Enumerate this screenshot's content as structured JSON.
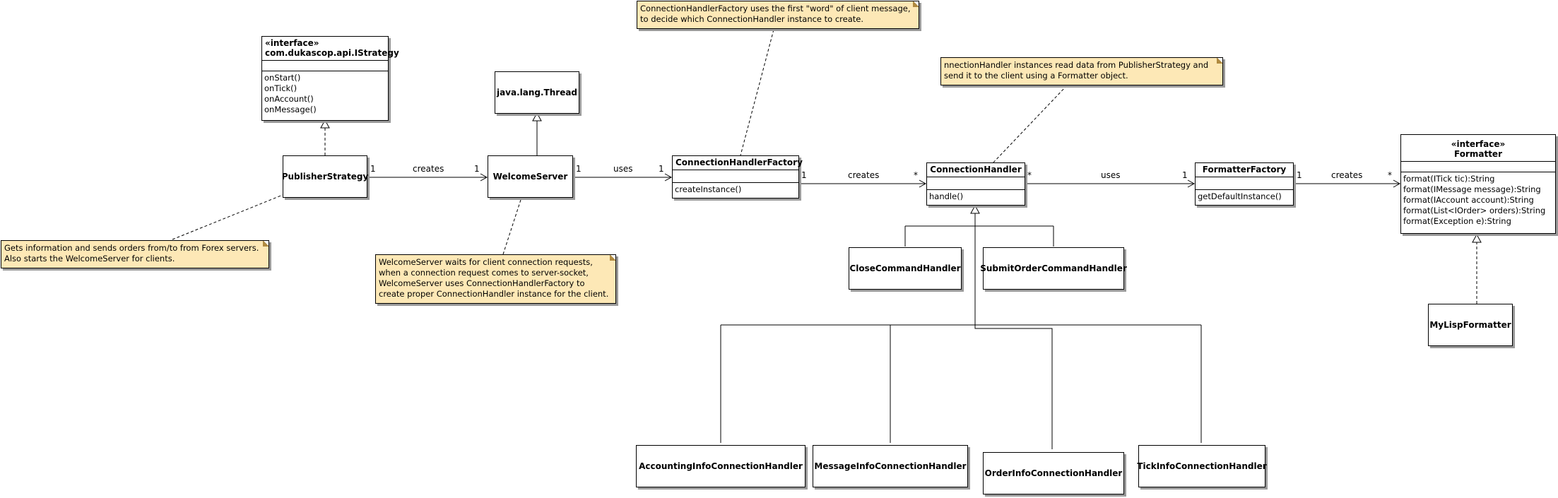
{
  "classes": {
    "istrategy": {
      "stereotype": "«interface»",
      "name": "com.dukascop.api.IStrategy",
      "ops": [
        "onStart()",
        "onTick()",
        "onAccount()",
        "onMessage()"
      ]
    },
    "thread": {
      "name": "java.lang.Thread"
    },
    "publisher": {
      "name": "PublisherStrategy"
    },
    "welcome": {
      "name": "WelcomeServer"
    },
    "factory": {
      "name": "ConnectionHandlerFactory",
      "ops": [
        "createInstance()"
      ]
    },
    "handler": {
      "name": "ConnectionHandler",
      "ops": [
        "handle()"
      ]
    },
    "formatter_factory": {
      "name": "FormatterFactory",
      "ops": [
        "getDefaultInstance()"
      ]
    },
    "formatter": {
      "stereotype": "«interface»",
      "name": "Formatter",
      "ops": [
        "format(ITick tic):String",
        "format(IMessage message):String",
        "format(IAccount account):String",
        "format(List<IOrder> orders):String",
        "format(Exception e):String"
      ]
    },
    "mylisp": {
      "name": "MyLispFormatter"
    },
    "close": {
      "name": "CloseCommandHandler"
    },
    "submit": {
      "name": "SubmitOrderCommandHandler"
    },
    "accounting": {
      "name": "AccountingInfoConnectionHandler"
    },
    "message": {
      "name": "MessageInfoConnectionHandler"
    },
    "order": {
      "name": "OrderInfoConnectionHandler"
    },
    "tick": {
      "name": "TickInfoConnectionHandler"
    }
  },
  "notes": {
    "publisher": [
      "Gets information and sends orders from/to from Forex servers.",
      "Also starts the WelcomeServer for clients."
    ],
    "welcome": [
      "WelcomeServer waits for client connection requests,",
      "when a connection request comes to server-socket,",
      "WelcomeServer uses ConnectionHandlerFactory to",
      "create proper ConnectionHandler instance for the client."
    ],
    "factory": [
      "ConnectionHandlerFactory uses the first \"word\" of client message,",
      "to decide which ConnectionHandler instance to create."
    ],
    "handler": [
      "nnectionHandler instances read data from PublisherStrategy and",
      "send it to the client using a Formatter object."
    ]
  },
  "associations": {
    "a1": {
      "label": "creates",
      "src_mult": "1",
      "dst_mult": "1"
    },
    "a2": {
      "label": "uses",
      "src_mult": "1",
      "dst_mult": "1"
    },
    "a3": {
      "label": "creates",
      "src_mult": "1",
      "dst_mult": "*"
    },
    "a4": {
      "label": "uses",
      "src_mult": "*",
      "dst_mult": "1"
    },
    "a5": {
      "label": "creates",
      "src_mult": "1",
      "dst_mult": "*"
    }
  }
}
